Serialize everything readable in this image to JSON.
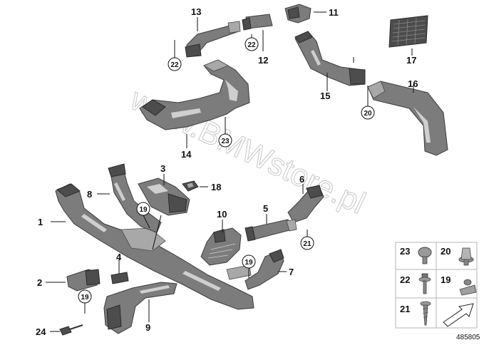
{
  "diagram_id": "485805",
  "watermark": "www.BMWstore.pl",
  "callouts": {
    "c1": "1",
    "c2": "2",
    "c3": "3",
    "c4": "4",
    "c5": "5",
    "c6": "6",
    "c7": "7",
    "c8": "8",
    "c9": "9",
    "c10": "10",
    "c11": "11",
    "c12": "12",
    "c13": "13",
    "c14": "14",
    "c15": "15",
    "c16": "16",
    "c17": "17",
    "c18": "18",
    "c24": "24"
  },
  "circled_refs": {
    "r22a": "22",
    "r22b": "22",
    "r23": "23",
    "r20": "20",
    "r19a": "19",
    "r19b": "19",
    "r19c": "19",
    "r21": "21"
  },
  "legend": {
    "cells": [
      {
        "number": "23",
        "icon": "round-head-screw-icon"
      },
      {
        "number": "20",
        "icon": "expanding-rivet-icon"
      },
      {
        "number": "22",
        "icon": "flange-bolt-icon"
      },
      {
        "number": "19",
        "icon": "clip-nut-icon"
      },
      {
        "number": "21",
        "icon": "self-tapping-screw-icon"
      },
      {
        "number": "",
        "icon": "direction-arrow-icon"
      }
    ]
  }
}
